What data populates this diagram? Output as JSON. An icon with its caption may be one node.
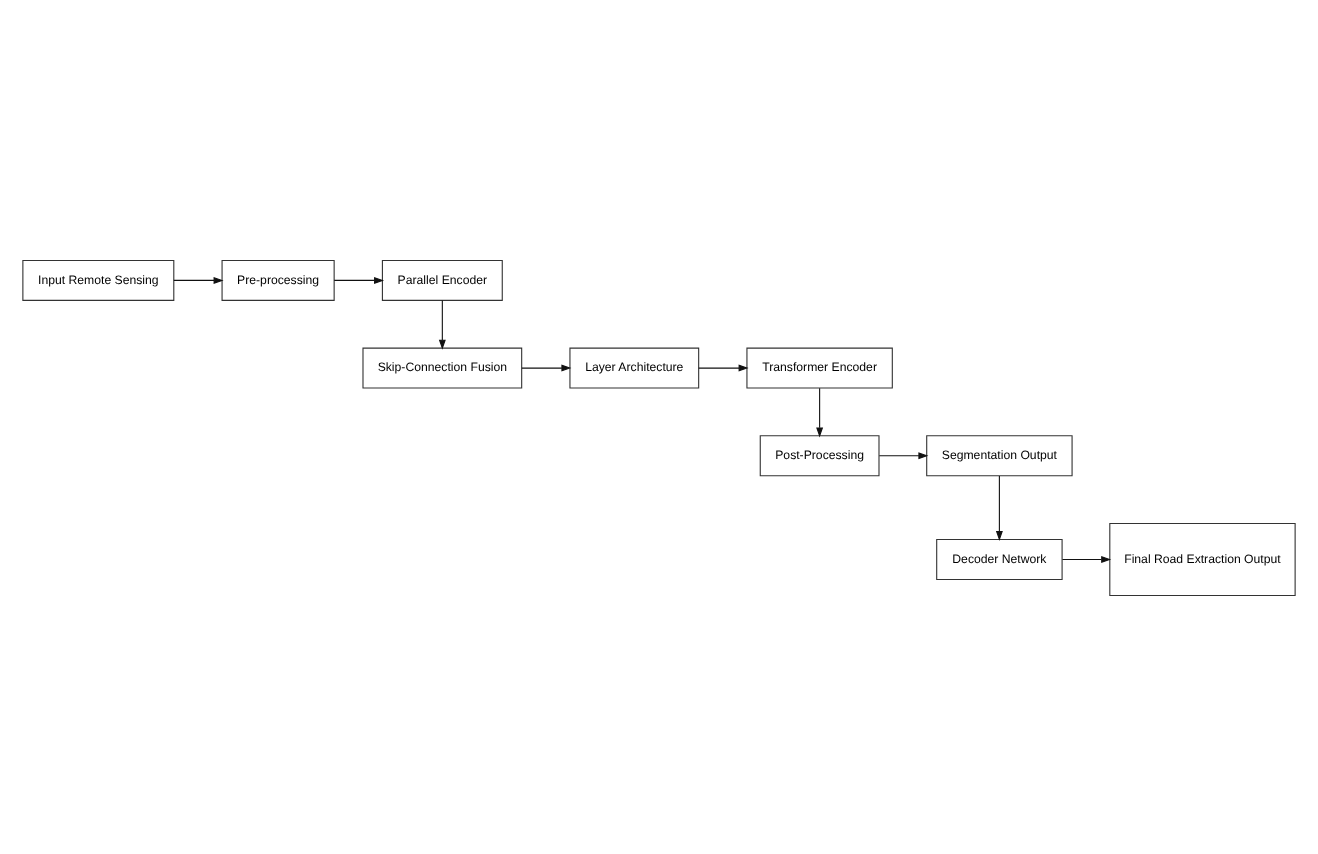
{
  "diagram": {
    "nodes": [
      {
        "text": [
          "Input Remote Sensing"
        ]
      },
      {
        "text": [
          "Pre-processing"
        ]
      },
      {
        "text": [
          "Parallel Encoder"
        ]
      },
      {
        "text": [
          "Skip-Connection Fusion"
        ]
      },
      {
        "text": [
          "Layer Architecture"
        ]
      },
      {
        "text": [
          "Transformer Encoder"
        ]
      },
      {
        "text": [
          "Post-Processing"
        ]
      },
      {
        "text": [
          "Segmentation Output"
        ]
      },
      {
        "text": [
          "Decoder Network"
        ]
      },
      {
        "text": [
          "Final Road Extraction Output"
        ]
      }
    ],
    "edges": [
      {
        "from": 0,
        "to": 1,
        "arrow": "to"
      },
      {
        "from": 1,
        "to": 2,
        "arrow": "to"
      },
      {
        "from": 2,
        "to": 3,
        "arrow": "to"
      },
      {
        "from": 3,
        "to": 4,
        "arrow": "to"
      },
      {
        "from": 4,
        "to": 5,
        "arrow": "to"
      },
      {
        "from": 5,
        "to": 6,
        "arrow": "to"
      },
      {
        "from": 6,
        "to": 7,
        "arrow": "to"
      },
      {
        "from": 7,
        "to": 8,
        "arrow": "to"
      },
      {
        "from": 8,
        "to": 9,
        "arrow": "to"
      }
    ]
  }
}
